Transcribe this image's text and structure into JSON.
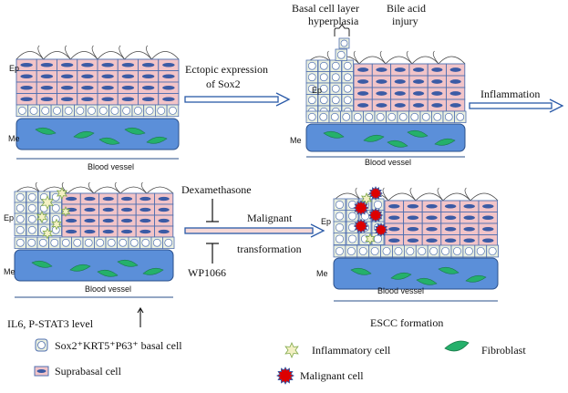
{
  "colors": {
    "suprabasal_fill": "#f2c4c8",
    "suprabasal_stroke": "#4f6fb0",
    "nucleus": "#3b5ba5",
    "basal_fill": "#e9efdf",
    "stroma_fill": "#5b8fd9",
    "fibroblast": "#25b06b",
    "inflammatory": "#f3f0c4",
    "malignant": "#dd0000",
    "arrow": "#2a5aa8"
  },
  "panels": {
    "p1": {
      "ep": "Ep",
      "me": "Me",
      "vessel": "Blood vessel"
    },
    "p2": {
      "ep": "Ep",
      "me": "Me",
      "vessel": "Blood vessel"
    },
    "p3": {
      "ep": "Ep",
      "me": "Me",
      "vessel": "Blood vessel"
    },
    "p4": {
      "ep": "Ep",
      "me": "Me",
      "vessel": "Blood vessel"
    }
  },
  "annotations": {
    "ectopic_line1": "Ectopic expression",
    "ectopic_line2": "of Sox2",
    "basal_hyper_line1": "Basal cell layer",
    "basal_hyper_line2": "hyperplasia",
    "bile_line1": "Bile acid",
    "bile_line2": "injury",
    "inflammation": "Inflammation",
    "dexamethasone": "Dexamethasone",
    "malignant": "Malignant",
    "transformation": "transformation",
    "wp1066": "WP1066",
    "il6": "IL6, P-STAT3 level",
    "escc": "ESCC formation"
  },
  "legend": {
    "basal_cell": "Sox2⁺KRT5⁺P63⁺ basal cell",
    "suprabasal_cell": "Suprabasal cell",
    "inflammatory_cell": "Inflammatory cell",
    "fibroblast": "Fibroblast",
    "malignant_cell": "Malignant cell"
  }
}
